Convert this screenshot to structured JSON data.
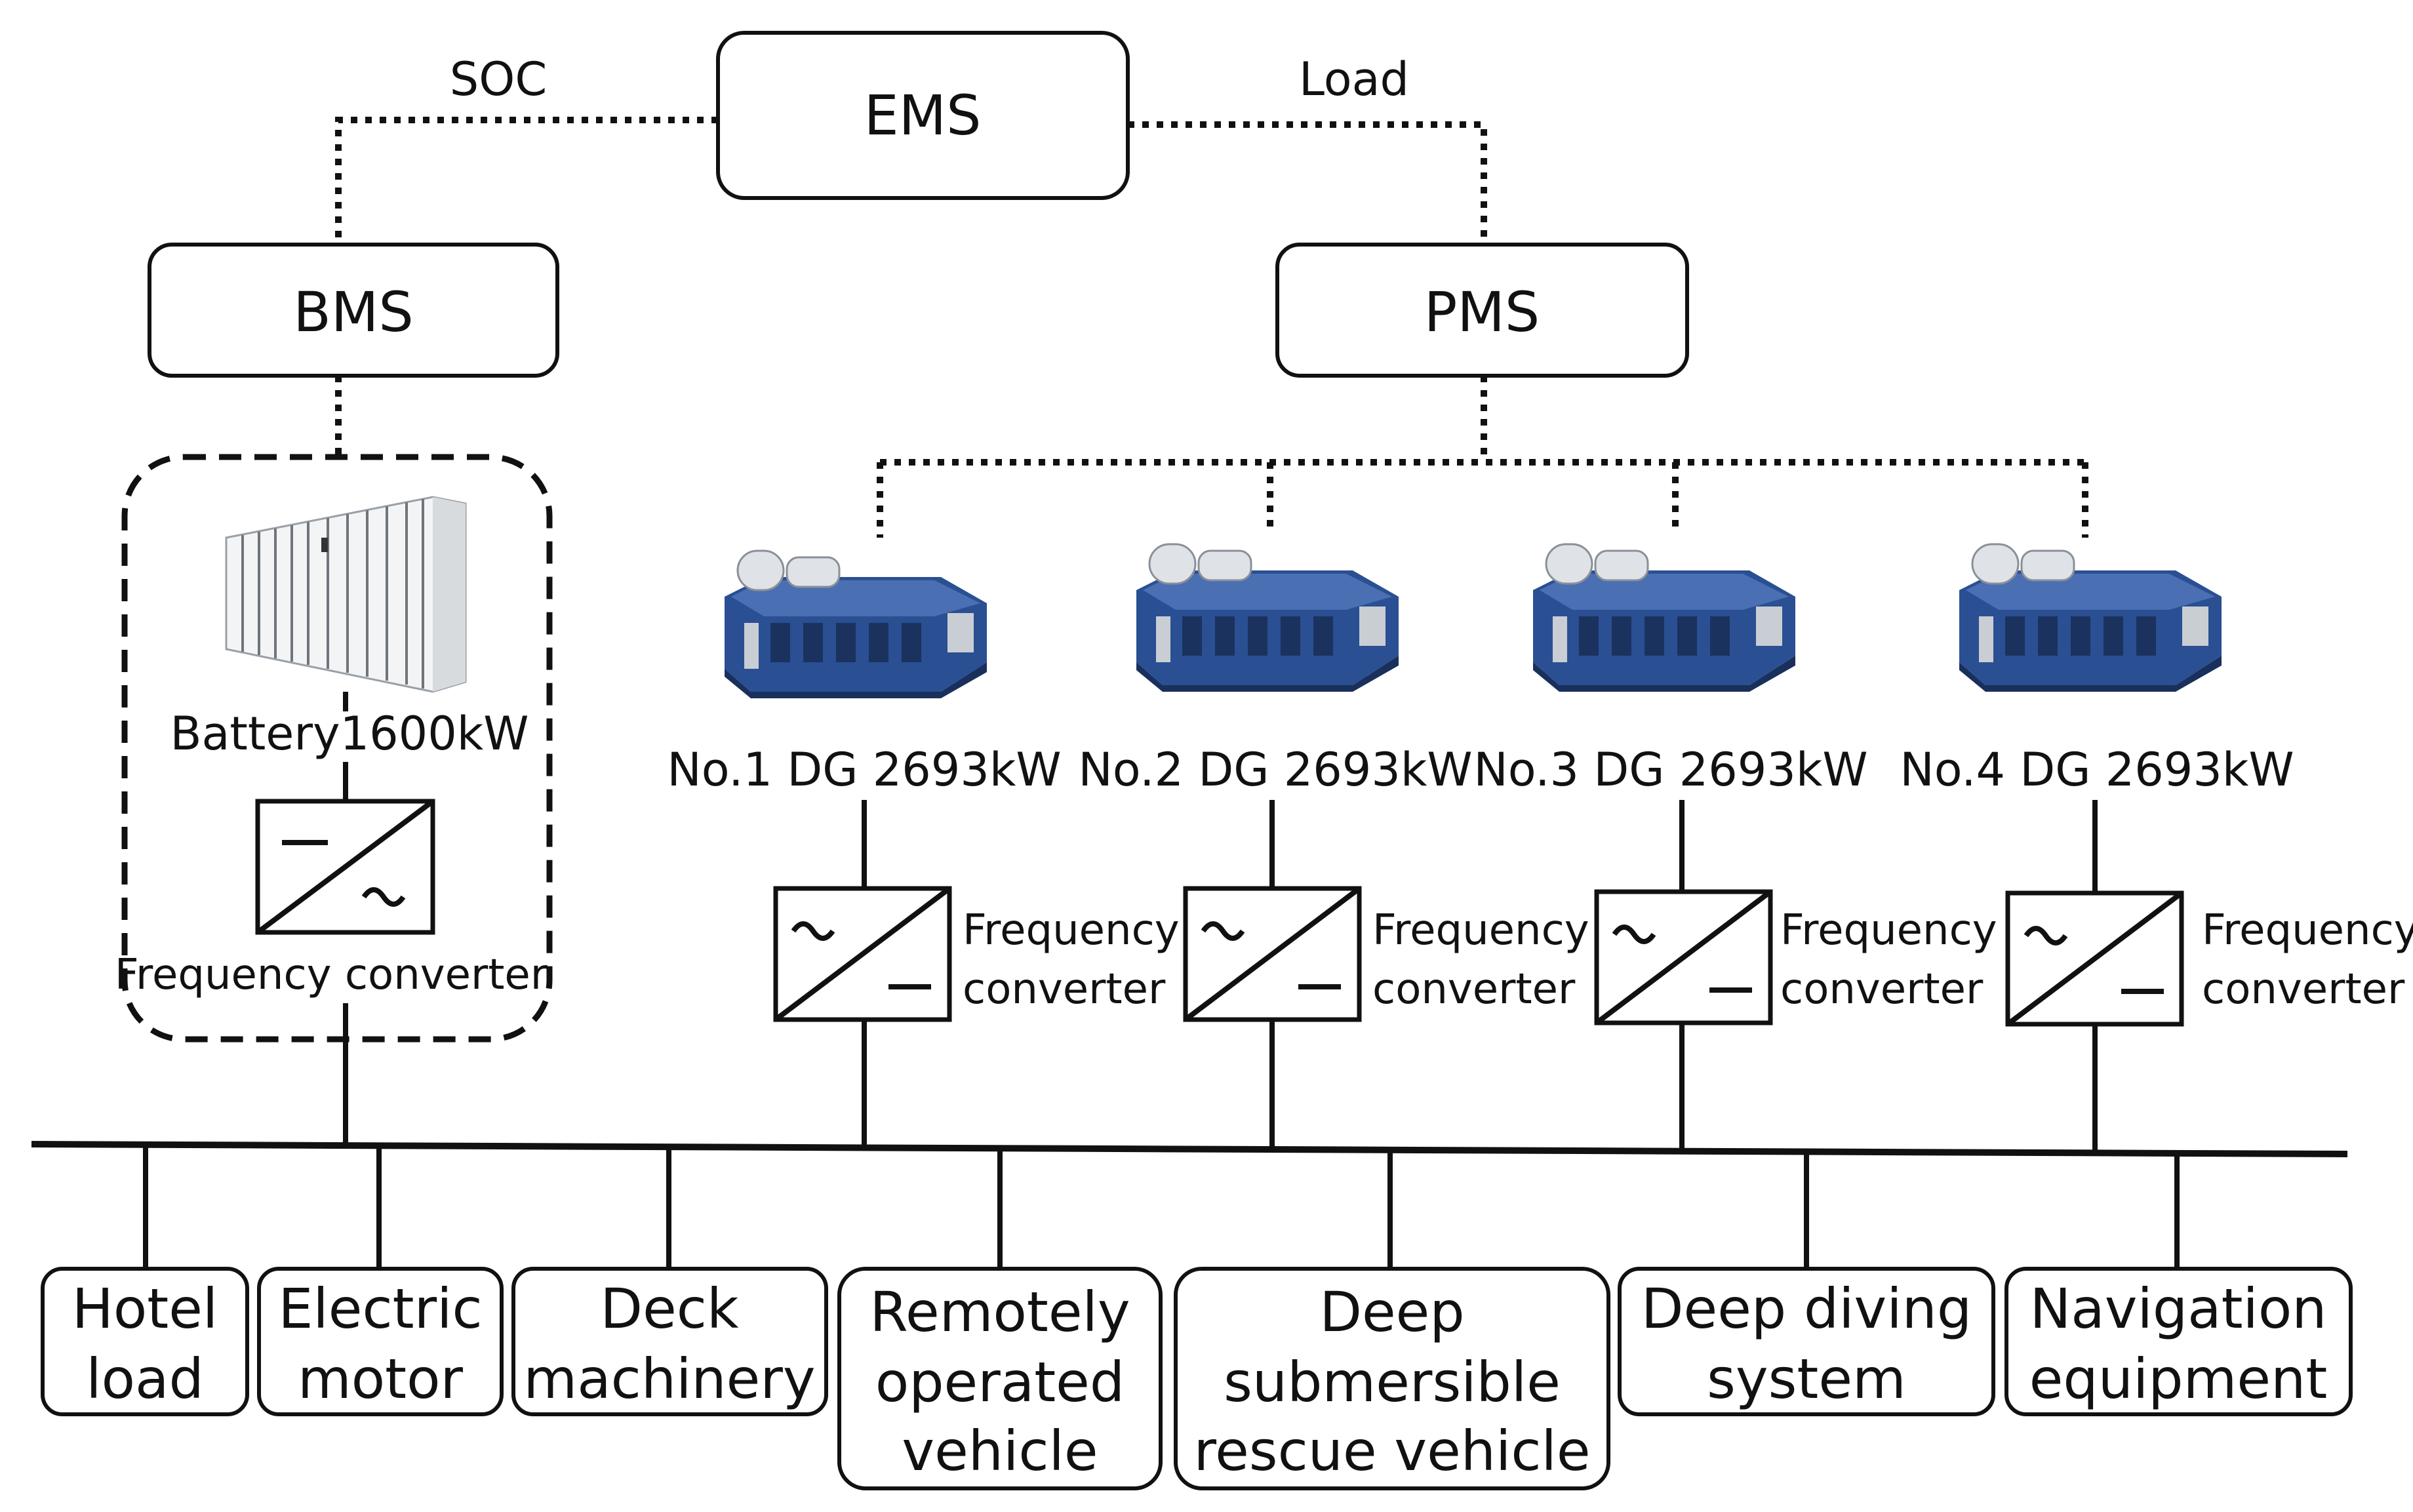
{
  "control": {
    "ems": "EMS",
    "bms": "BMS",
    "pms": "PMS",
    "soc_label": "SOC",
    "load_label": "Load"
  },
  "battery": {
    "label": "Battery1600kW",
    "converter_label": "Frequency converter"
  },
  "generators": [
    {
      "label": "No.1 DG 2693kW",
      "converter_line1": "Frequency",
      "converter_line2": "converter"
    },
    {
      "label": "No.2 DG 2693kW",
      "converter_line1": "Frequency",
      "converter_line2": "converter"
    },
    {
      "label": "No.3 DG 2693kW",
      "converter_line1": "Frequency",
      "converter_line2": "converter"
    },
    {
      "label": "No.4 DG 2693kW",
      "converter_line1": "Frequency",
      "converter_line2": "converter"
    }
  ],
  "loads": [
    {
      "lines": [
        "Hotel",
        "load"
      ]
    },
    {
      "lines": [
        "Electric",
        "motor"
      ]
    },
    {
      "lines": [
        "Deck",
        "machinery"
      ]
    },
    {
      "lines": [
        "Remotely",
        "operated",
        "vehicle"
      ]
    },
    {
      "lines": [
        "Deep",
        "submersible",
        "rescue vehicle"
      ]
    },
    {
      "lines": [
        "Deep diving",
        "system"
      ]
    },
    {
      "lines": [
        "Navigation",
        "equipment"
      ]
    }
  ],
  "colors": {
    "engine_blue": "#2a4f93",
    "engine_light": "#dfe3e8",
    "battery_cabinet": "#eceef0"
  },
  "icons": {
    "battery": "battery-cabinet-icon",
    "generator": "diesel-generator-icon",
    "converter_ac_dc": "ac-dc-converter-icon",
    "converter_dc_ac": "dc-ac-converter-icon"
  }
}
